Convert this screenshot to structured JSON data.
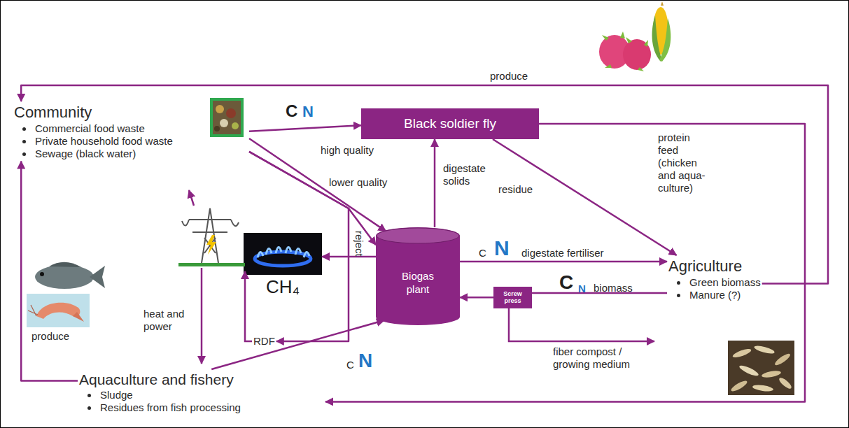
{
  "diagram": {
    "nodes": [
      {
        "text": [
          "Community",
          "Commercial food waste",
          "Private household food waste",
          "Sewage (black water)"
        ]
      },
      {
        "text": [
          "Black soldier fly"
        ]
      },
      {
        "text": [
          "CH₄"
        ]
      },
      {
        "text": [
          "Biogas plant"
        ]
      },
      {
        "text": [
          "Agriculture",
          "Green biomass",
          "Manure (?)"
        ]
      },
      {
        "text": [
          "Screw press"
        ]
      },
      {
        "text": [
          "RDF"
        ]
      },
      {
        "text": [
          "Aquaculture and fishery",
          "Sludge",
          "Residues from fish processing"
        ]
      }
    ],
    "edges": [
      {
        "from": 4,
        "to": 0,
        "label": "produce",
        "arrow": "to"
      },
      {
        "from": 0,
        "to": 1,
        "label": "high quality",
        "arrow": "to"
      },
      {
        "from": 0,
        "to": 3,
        "label": "lower quality",
        "arrow": "to"
      },
      {
        "from": 0,
        "to": 3,
        "arrow": "to"
      },
      {
        "from": 0,
        "to": 6,
        "label": "reject",
        "arrow": "to"
      },
      {
        "from": 3,
        "to": 1,
        "label": "digestate solids",
        "arrow": "to"
      },
      {
        "from": 1,
        "to": 4,
        "label": "residue",
        "arrow": "to"
      },
      {
        "from": 1,
        "to": 7,
        "label": "protein feed (chicken and aqua- culture)",
        "arrow": "to"
      },
      {
        "from": 3,
        "to": 4,
        "label": "digestate fertiliser",
        "arrow": "to"
      },
      {
        "from": 4,
        "to": 5,
        "label": "biomass",
        "arrow": "none"
      },
      {
        "from": 5,
        "to": 3,
        "arrow": "to"
      },
      {
        "from": 3,
        "to": 2,
        "arrow": "to"
      },
      {
        "from": 7,
        "to": 3,
        "arrow": "to"
      },
      {
        "from": 7,
        "to": 0,
        "label": "produce",
        "arrow": "to"
      }
    ],
    "labels": [
      "C",
      "N",
      "C",
      "N",
      "C",
      "N",
      "C",
      "N",
      "heat and power",
      "fiber compost / growing medium"
    ]
  }
}
